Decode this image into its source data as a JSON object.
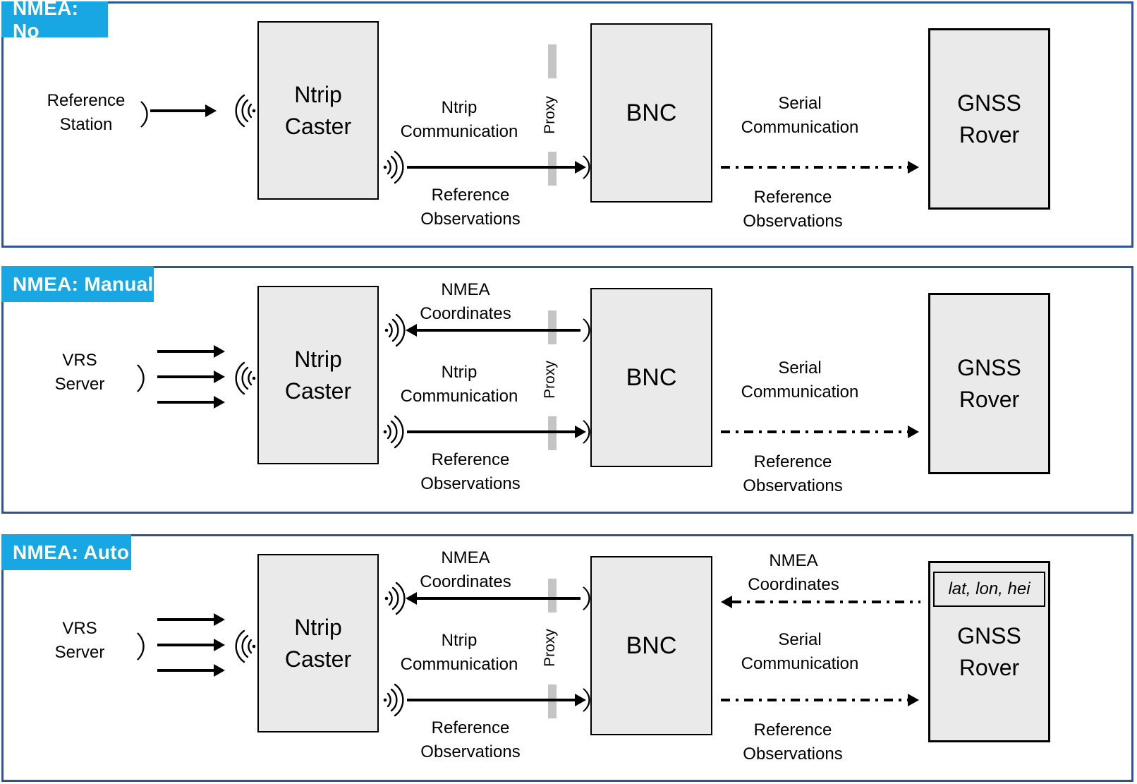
{
  "colors": {
    "panel_border": "#2e5493",
    "tag_background": "#18a7e2",
    "tag_text": "#ffffff",
    "box_fill": "#eaeaea",
    "box_border": "#000000",
    "proxy_bar": "#c4c4c4",
    "arrow": "#000000"
  },
  "panels": [
    {
      "label": "NMEA: No",
      "source": {
        "l1": "Reference",
        "l2": "Station"
      },
      "caster": {
        "l1": "Ntrip",
        "l2": "Caster"
      },
      "bnc": "BNC",
      "rover": {
        "l1": "GNSS",
        "l2": "Rover"
      },
      "proxy": "Proxy",
      "ntrip_comm": {
        "l1": "Ntrip",
        "l2": "Communication"
      },
      "ref_obs_mid": {
        "l1": "Reference",
        "l2": "Observations"
      },
      "serial_comm": {
        "l1": "Serial",
        "l2": "Communication"
      },
      "ref_obs_right": {
        "l1": "Reference",
        "l2": "Observations"
      }
    },
    {
      "label": "NMEA: Manual",
      "source": {
        "l1": "VRS",
        "l2": "Server"
      },
      "caster": {
        "l1": "Ntrip",
        "l2": "Caster"
      },
      "bnc": "BNC",
      "rover": {
        "l1": "GNSS",
        "l2": "Rover"
      },
      "proxy": "Proxy",
      "nmea_coords_mid": {
        "l1": "NMEA",
        "l2": "Coordinates"
      },
      "ntrip_comm": {
        "l1": "Ntrip",
        "l2": "Communication"
      },
      "ref_obs_mid": {
        "l1": "Reference",
        "l2": "Observations"
      },
      "serial_comm": {
        "l1": "Serial",
        "l2": "Communication"
      },
      "ref_obs_right": {
        "l1": "Reference",
        "l2": "Observations"
      }
    },
    {
      "label": "NMEA: Auto",
      "source": {
        "l1": "VRS",
        "l2": "Server"
      },
      "caster": {
        "l1": "Ntrip",
        "l2": "Caster"
      },
      "bnc": "BNC",
      "rover": {
        "l1": "GNSS",
        "l2": "Rover"
      },
      "rover_badge": "lat, lon, hei",
      "proxy": "Proxy",
      "nmea_coords_mid": {
        "l1": "NMEA",
        "l2": "Coordinates"
      },
      "nmea_coords_right": {
        "l1": "NMEA",
        "l2": "Coordinates"
      },
      "ntrip_comm": {
        "l1": "Ntrip",
        "l2": "Communication"
      },
      "ref_obs_mid": {
        "l1": "Reference",
        "l2": "Observations"
      },
      "serial_comm": {
        "l1": "Serial",
        "l2": "Communication"
      },
      "ref_obs_right": {
        "l1": "Reference",
        "l2": "Observations"
      }
    }
  ]
}
